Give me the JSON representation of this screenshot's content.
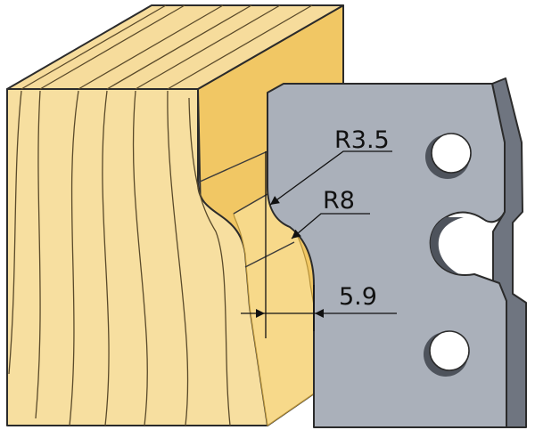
{
  "diagram": {
    "labels": {
      "outer_radius": "R3.5",
      "inner_radius": "R8",
      "offset": "5.9"
    },
    "colors": {
      "wood_front": "#f7dfa0",
      "wood_grain": "#5a4a2a",
      "wood_top": "#f6dc9c",
      "wood_side": "#f1c764",
      "wood_profile": "#f7d98a",
      "knife_face": "#aab0ba",
      "knife_side": "#6f7580",
      "knife_hole": "#ffffff",
      "outline": "#2b2b2b",
      "dimension_line": "#111111"
    }
  }
}
